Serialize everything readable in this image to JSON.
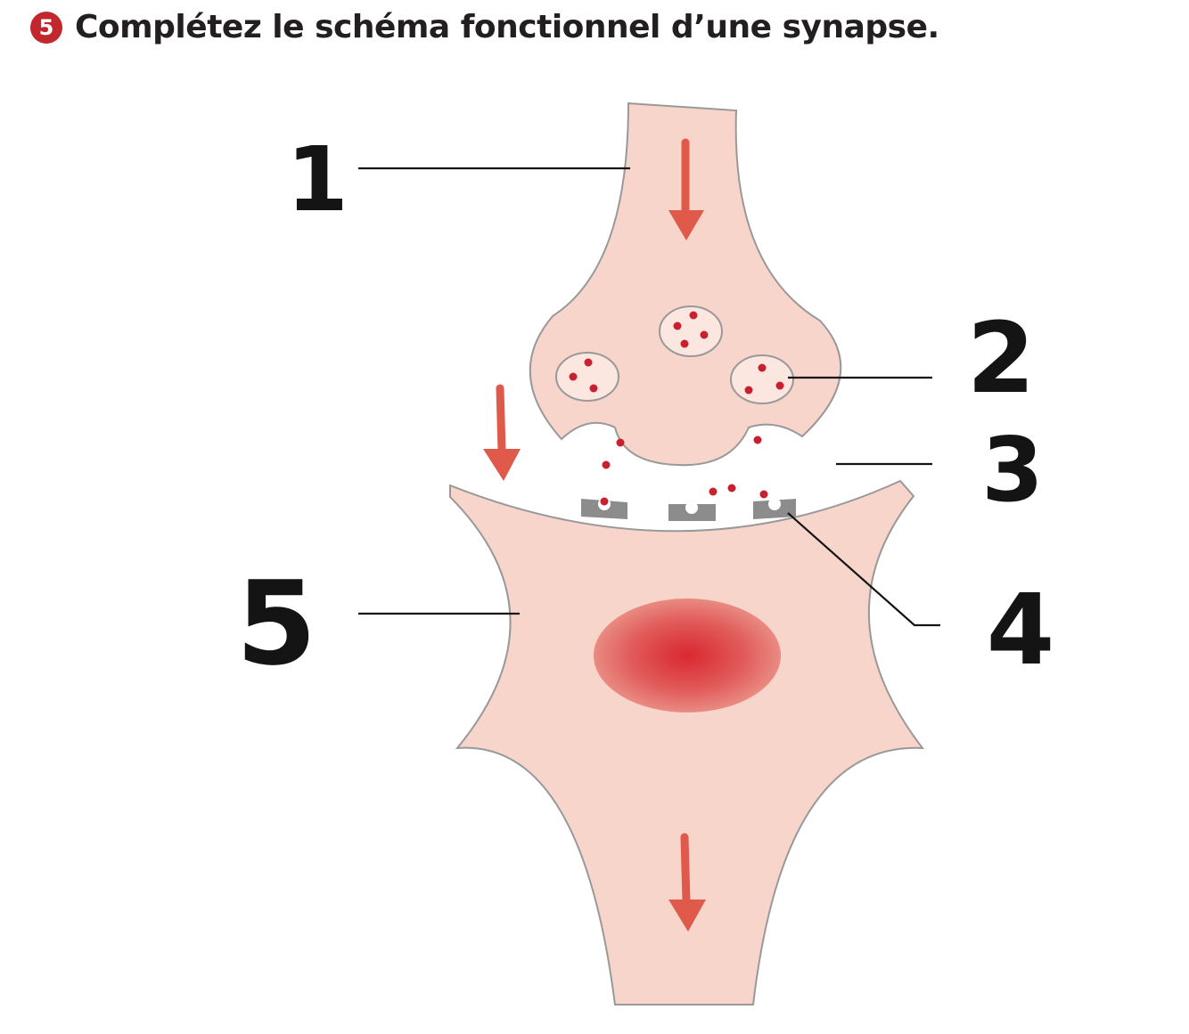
{
  "header": {
    "step_number": "5",
    "title": "Complétez le schéma fonctionnel d’une synapse."
  },
  "diagram": {
    "labels": [
      "1",
      "2",
      "3",
      "4",
      "5"
    ]
  },
  "colors": {
    "badge": "#c1272d",
    "cell_fill": "#f8d5cb",
    "cell_stroke": "#999999",
    "arrow": "#e05a4c",
    "vesicle_dot": "#c8202f",
    "receptor": "#8c8c8c",
    "nucleus": "#d9282f",
    "label_ink": "#141414"
  },
  "icons": {
    "arrow": "arrow-down-icon",
    "vesicle": "vesicle-icon",
    "receptor": "receptor-icon"
  }
}
